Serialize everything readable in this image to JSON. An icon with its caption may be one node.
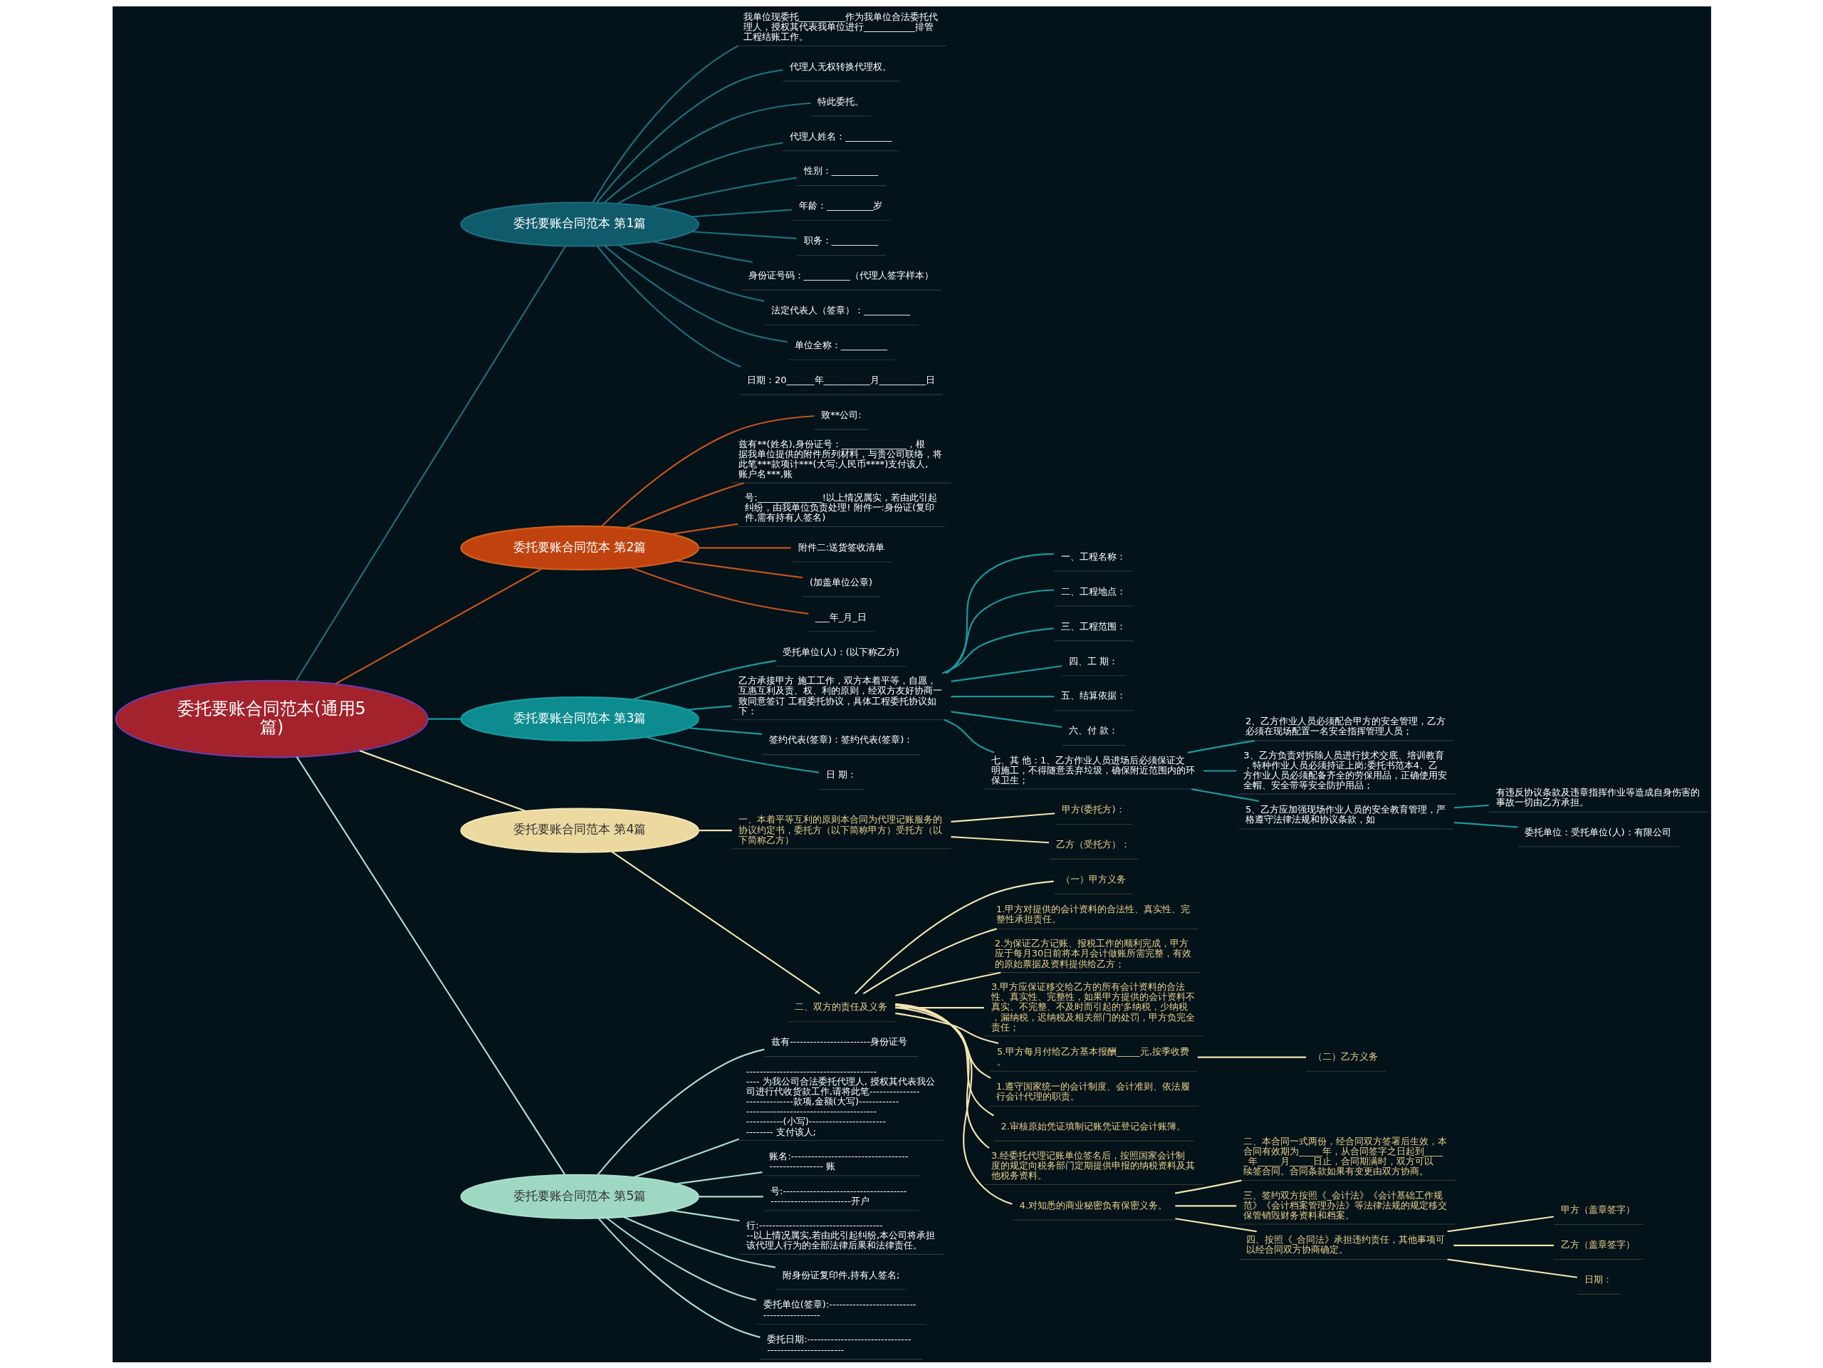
{
  "diagram": {
    "nodes": [
      {
        "text": [
          "委托要账合同范本(通用5篇)"
        ]
      },
      {
        "text": [
          "委托要账合同范本 第1篇"
        ]
      },
      {
        "text": [
          "我单位现委托__________作为我单位合法委托代理人，授权其代表我单位进行___________排管工程结账工作。"
        ]
      },
      {
        "text": [
          "代理人无权转换代理权。"
        ]
      },
      {
        "text": [
          "特此委托。"
        ]
      },
      {
        "text": [
          "代理人姓名：__________"
        ]
      },
      {
        "text": [
          "性别：__________"
        ]
      },
      {
        "text": [
          "年龄：__________岁"
        ]
      },
      {
        "text": [
          "职务：__________"
        ]
      },
      {
        "text": [
          "身份证号码：__________（代理人签字样本）"
        ]
      },
      {
        "text": [
          "法定代表人（签章）：__________"
        ]
      },
      {
        "text": [
          "单位全称：__________"
        ]
      },
      {
        "text": [
          "日期：20______年__________月__________日"
        ]
      },
      {
        "text": [
          "委托要账合同范本 第2篇"
        ]
      },
      {
        "text": [
          "致**公司:"
        ]
      },
      {
        "text": [
          "兹有**(姓名),身份证号：______________，根据我单位提供的附件所列材料，与贵公司联络，将此笔***款项计***(大写:人民币****)支付该人,账户名***,账"
        ]
      },
      {
        "text": [
          "号:______________!以上情况属实，若由此引起纠纷，由我单位负责处理! 附件一:身份证(复印件,需有持有人签名)"
        ]
      },
      {
        "text": [
          "附件二:送货签收清单"
        ]
      },
      {
        "text": [
          "(加盖单位公章)"
        ]
      },
      {
        "text": [
          "___年_月_日"
        ]
      },
      {
        "text": [
          "委托要账合同范本 第3篇"
        ]
      },
      {
        "text": [
          "受托单位(人)：(以下称乙方)"
        ]
      },
      {
        "text": [
          "乙方承接甲方 施工工作，双方本着平等，自愿，互惠互利及责、权、利的原则，经双方友好协商一致同意签订 工程委托协议，具体工程委托协议如下："
        ]
      },
      {
        "text": [
          "一、工程名称："
        ]
      },
      {
        "text": [
          "二、工程地点："
        ]
      },
      {
        "text": [
          "三、工程范围："
        ]
      },
      {
        "text": [
          "四、工 期："
        ]
      },
      {
        "text": [
          "五、结算依据："
        ]
      },
      {
        "text": [
          "六、付 款："
        ]
      },
      {
        "text": [
          "七、其 他：1、乙方作业人员进场后必须保证文明施工，不得随意丢弃垃圾，确保附近范围内的环保卫生；"
        ]
      },
      {
        "text": [
          "2、乙方作业人员必须配合甲方的安全管理，乙方必须在现场配置一名安全指挥管理人员；"
        ]
      },
      {
        "text": [
          "3、乙方负责对拆除人员进行技术交底、培训教育，特种作业人员必须持证上岗;委托书范本4、乙方作业人员必须配备齐全的劳保用品，正确使用安全帽、安全带等安全防护用品；"
        ]
      },
      {
        "text": [
          "5、乙方应加强现场作业人员的安全教育管理，严格遵守法律法规和协议条款，如"
        ]
      },
      {
        "text": [
          "有违反协议条款及违章指挥作业等造成自身伤害的事故一切由乙方承担。"
        ]
      },
      {
        "text": [
          "委托单位：受托单位(人)：有限公司"
        ]
      },
      {
        "text": [
          "签约代表(签章)：签约代表(签章)："
        ]
      },
      {
        "text": [
          "日 期："
        ]
      },
      {
        "text": [
          "委托要账合同范本 第4篇"
        ]
      },
      {
        "text": [
          "一、本着平等互利的原则本合同为代理记账服务的协议约定书，委托方（以下简称甲方）受托方（以下简称乙方）"
        ]
      },
      {
        "text": [
          "甲方(委托方)："
        ]
      },
      {
        "text": [
          "乙方（受托方）："
        ]
      },
      {
        "text": [
          "二、双方的责任及义务"
        ]
      },
      {
        "text": [
          "（一）甲方义务"
        ]
      },
      {
        "text": [
          "1.甲方对提供的会计资料的合法性、真实性、完整性承担责任。"
        ]
      },
      {
        "text": [
          "2.为保证乙方记账、报税工作的顺利完成，甲方应于每月30日前将本月会计做账所需完整，有效的原始票据及资料提供给乙方；"
        ]
      },
      {
        "text": [
          "3.甲方应保证移交给乙方的所有会计资料的合法性、真实性、完整性，如果甲方提供的会计资料不真实、不完整、不及时而引起的'多纳税，少纳税，漏纳税，迟纳税及相关部门的处罚，甲方负完全责任；"
        ]
      },
      {
        "text": [
          "5.甲方每月付给乙方基本报酬_____元,按季收费。"
        ]
      },
      {
        "text": [
          "（二）乙方义务"
        ]
      },
      {
        "text": [
          "1.遵守国家统一的会计制度、会计准则、依法履行会计代理的职责。"
        ]
      },
      {
        "text": [
          "2.审核原始凭证填制记账凭证登记会计账簿。"
        ]
      },
      {
        "text": [
          "3.经委托代理记账单位签名后，按照国家会计制度的规定向税务部门定期提供申报的纳税资料及其他税务资料。"
        ]
      },
      {
        "text": [
          "4.对知悉的商业秘密负有保密义务。"
        ]
      },
      {
        "text": [
          "二、本合同一式两份，经合同双方签署后生效，本合同有效期为_____年，从合同签字之日起到_____年_____月_____日止，合同期满时，双方可以续签合同。合同条款如果有变更由双方协商。"
        ]
      },
      {
        "text": [
          "三、签约双方按照《_会计法》《会计基础工作规范》《会计档案管理办法》等法律法规的规定移交保管销毁财务资料和档案。"
        ]
      },
      {
        "text": [
          "四、按照《_合同法》承担违约责任，其他事项可以经合同双方协商确定。"
        ]
      },
      {
        "text": [
          "甲方（盖章签字）"
        ]
      },
      {
        "text": [
          "乙方（盖章签字）"
        ]
      },
      {
        "text": [
          "日期："
        ]
      },
      {
        "text": [
          "委托要账合同范本 第5篇"
        ]
      },
      {
        "text": [
          "兹有------------------------身份证号"
        ]
      },
      {
        "text": [
          "------------------------------------------- 为我公司合法委托代理人, 授权其代表我公司进行代收货款工作,请将此笔-----------------------------款项,金额(大写)--------------------------------------------------------------(小写)------------------------------- 支付该人;"
        ]
      },
      {
        "text": [
          "账名:--------------------------------------------------- 账"
        ]
      },
      {
        "text": [
          "号:-------------------------------------------------------------开户"
        ]
      },
      {
        "text": [
          "行:---------------------------------------以上情况属实,若由此引起纠纷,本公司将承担该代理人行为的全部法律后果和法律责任。"
        ]
      },
      {
        "text": [
          "附身份证复印件,持有人签名;"
        ]
      },
      {
        "text": [
          "委托单位(签章):-------------------------------------------"
        ]
      },
      {
        "text": [
          "委托日期:------------------------------------------------------"
        ]
      }
    ],
    "edges": [
      {
        "from": 0,
        "to": 1,
        "arrow": "none",
        "color": "#1b6f80"
      },
      {
        "from": 1,
        "to": 2,
        "arrow": "none",
        "color": "#1b6f80"
      },
      {
        "from": 1,
        "to": 3,
        "arrow": "none",
        "color": "#1b6f80"
      },
      {
        "from": 1,
        "to": 4,
        "arrow": "none",
        "color": "#1b6f80"
      },
      {
        "from": 1,
        "to": 5,
        "arrow": "none",
        "color": "#1b6f80"
      },
      {
        "from": 1,
        "to": 6,
        "arrow": "none",
        "color": "#1b6f80"
      },
      {
        "from": 1,
        "to": 7,
        "arrow": "none",
        "color": "#1b6f80"
      },
      {
        "from": 1,
        "to": 8,
        "arrow": "none",
        "color": "#1b6f80"
      },
      {
        "from": 1,
        "to": 9,
        "arrow": "none",
        "color": "#1b6f80"
      },
      {
        "from": 1,
        "to": 10,
        "arrow": "none",
        "color": "#1b6f80"
      },
      {
        "from": 1,
        "to": 11,
        "arrow": "none",
        "color": "#1b6f80"
      },
      {
        "from": 1,
        "to": 12,
        "arrow": "none",
        "color": "#1b6f80"
      },
      {
        "from": 0,
        "to": 13,
        "arrow": "none",
        "color": "#c2521a"
      },
      {
        "from": 13,
        "to": 14,
        "arrow": "none",
        "color": "#c2521a"
      },
      {
        "from": 13,
        "to": 15,
        "arrow": "none",
        "color": "#c2521a"
      },
      {
        "from": 13,
        "to": 16,
        "arrow": "none",
        "color": "#c2521a"
      },
      {
        "from": 13,
        "to": 17,
        "arrow": "none",
        "color": "#c2521a"
      },
      {
        "from": 13,
        "to": 18,
        "arrow": "none",
        "color": "#c2521a"
      },
      {
        "from": 13,
        "to": 19,
        "arrow": "none",
        "color": "#c2521a"
      },
      {
        "from": 0,
        "to": 20,
        "arrow": "none",
        "color": "#179aa0"
      },
      {
        "from": 20,
        "to": 21,
        "arrow": "none",
        "color": "#179aa0"
      },
      {
        "from": 20,
        "to": 22,
        "arrow": "none",
        "color": "#179aa0"
      },
      {
        "from": 22,
        "to": 23,
        "arrow": "none",
        "color": "#179aa0"
      },
      {
        "from": 22,
        "to": 24,
        "arrow": "none",
        "color": "#179aa0"
      },
      {
        "from": 22,
        "to": 25,
        "arrow": "none",
        "color": "#179aa0"
      },
      {
        "from": 22,
        "to": 26,
        "arrow": "none",
        "color": "#179aa0"
      },
      {
        "from": 22,
        "to": 27,
        "arrow": "none",
        "color": "#179aa0"
      },
      {
        "from": 22,
        "to": 28,
        "arrow": "none",
        "color": "#179aa0"
      },
      {
        "from": 22,
        "to": 29,
        "arrow": "none",
        "color": "#179aa0"
      },
      {
        "from": 29,
        "to": 30,
        "arrow": "none",
        "color": "#179aa0"
      },
      {
        "from": 29,
        "to": 31,
        "arrow": "none",
        "color": "#179aa0"
      },
      {
        "from": 29,
        "to": 32,
        "arrow": "none",
        "color": "#179aa0"
      },
      {
        "from": 32,
        "to": 33,
        "arrow": "none",
        "color": "#179aa0"
      },
      {
        "from": 32,
        "to": 34,
        "arrow": "none",
        "color": "#179aa0"
      },
      {
        "from": 20,
        "to": 35,
        "arrow": "none",
        "color": "#179aa0"
      },
      {
        "from": 20,
        "to": 36,
        "arrow": "none",
        "color": "#179aa0"
      },
      {
        "from": 0,
        "to": 37,
        "arrow": "none",
        "color": "#f3e4b0"
      },
      {
        "from": 37,
        "to": 38,
        "arrow": "none",
        "color": "#f3e4b0"
      },
      {
        "from": 38,
        "to": 39,
        "arrow": "none",
        "color": "#f3e4b0"
      },
      {
        "from": 38,
        "to": 40,
        "arrow": "none",
        "color": "#f3e4b0"
      },
      {
        "from": 37,
        "to": 41,
        "arrow": "none",
        "color": "#f3e4b0"
      },
      {
        "from": 41,
        "to": 42,
        "arrow": "none",
        "color": "#f3e4b0"
      },
      {
        "from": 41,
        "to": 43,
        "arrow": "none",
        "color": "#f3e4b0"
      },
      {
        "from": 41,
        "to": 44,
        "arrow": "none",
        "color": "#f3e4b0"
      },
      {
        "from": 41,
        "to": 45,
        "arrow": "none",
        "color": "#f3e4b0"
      },
      {
        "from": 41,
        "to": 46,
        "arrow": "none",
        "color": "#f3e4b0"
      },
      {
        "from": 46,
        "to": 47,
        "arrow": "none",
        "color": "#f3e4b0"
      },
      {
        "from": 41,
        "to": 48,
        "arrow": "none",
        "color": "#f3e4b0"
      },
      {
        "from": 41,
        "to": 49,
        "arrow": "none",
        "color": "#f3e4b0"
      },
      {
        "from": 41,
        "to": 50,
        "arrow": "none",
        "color": "#f3e4b0"
      },
      {
        "from": 41,
        "to": 51,
        "arrow": "none",
        "color": "#f3e4b0"
      },
      {
        "from": 51,
        "to": 52,
        "arrow": "none",
        "color": "#f3e4b0"
      },
      {
        "from": 51,
        "to": 53,
        "arrow": "none",
        "color": "#f3e4b0"
      },
      {
        "from": 51,
        "to": 54,
        "arrow": "none",
        "color": "#f3e4b0"
      },
      {
        "from": 54,
        "to": 55,
        "arrow": "none",
        "color": "#f3e4b0"
      },
      {
        "from": 54,
        "to": 56,
        "arrow": "none",
        "color": "#f3e4b0"
      },
      {
        "from": 54,
        "to": 57,
        "arrow": "none",
        "color": "#f3e4b0"
      },
      {
        "from": 0,
        "to": 58,
        "arrow": "none",
        "color": "#a8e0cc"
      },
      {
        "from": 58,
        "to": 59,
        "arrow": "none",
        "color": "#a8e0cc"
      },
      {
        "from": 58,
        "to": 60,
        "arrow": "none",
        "color": "#a8e0cc"
      },
      {
        "from": 58,
        "to": 61,
        "arrow": "none",
        "color": "#a8e0cc"
      },
      {
        "from": 58,
        "to": 62,
        "arrow": "none",
        "color": "#a8e0cc"
      },
      {
        "from": 58,
        "to": 63,
        "arrow": "none",
        "color": "#a8e0cc"
      },
      {
        "from": 58,
        "to": 64,
        "arrow": "none",
        "color": "#a8e0cc"
      },
      {
        "from": 58,
        "to": 65,
        "arrow": "none",
        "color": "#a8e0cc"
      },
      {
        "from": 58,
        "to": 66,
        "arrow": "none",
        "color": "#a8e0cc"
      }
    ]
  }
}
